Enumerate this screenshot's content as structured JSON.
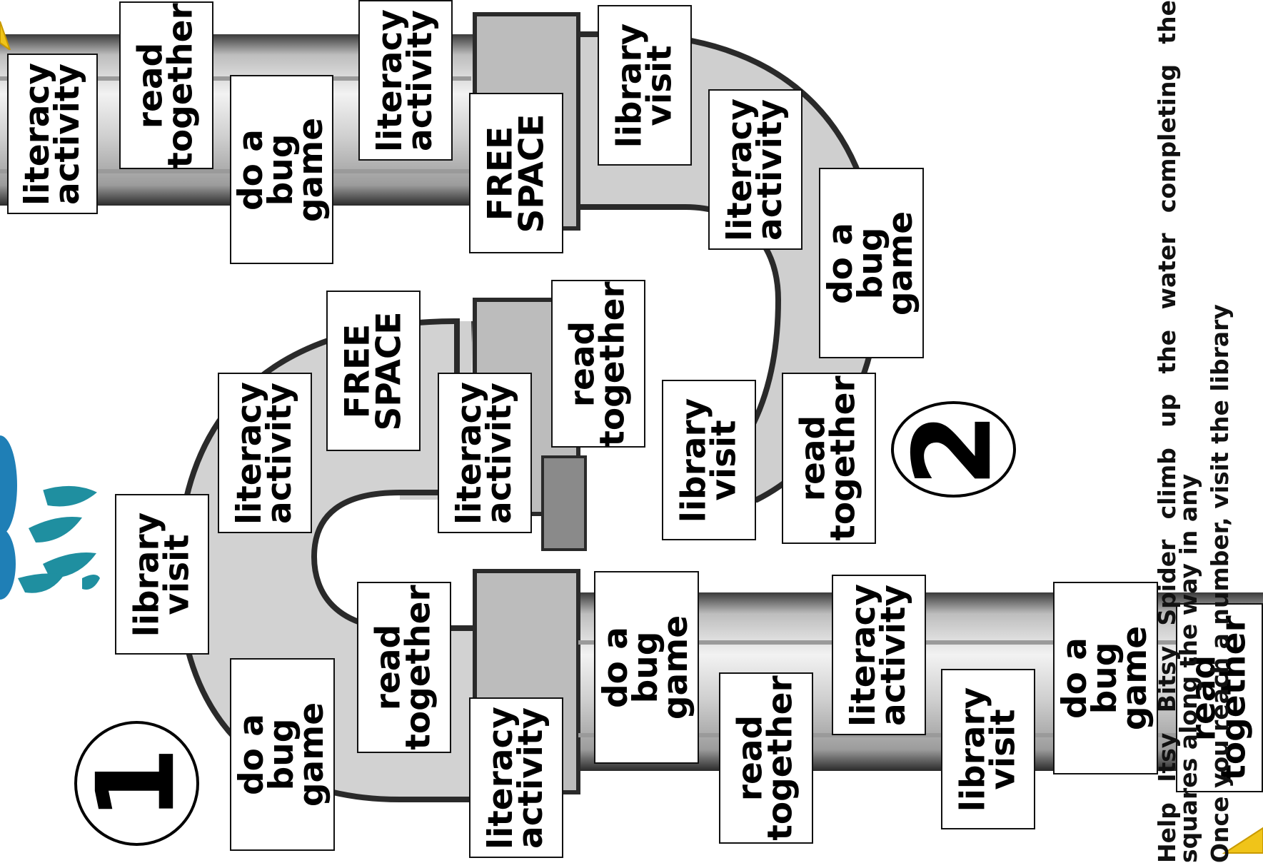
{
  "colors": {
    "pipe_fill": "#d4d4d4",
    "pipe_edge": "#2a2a2a",
    "pipe_highlight": "#f4f4f4",
    "spider_blue": "#1f7fb6",
    "raindrop": "#1f8fa0",
    "sun": "#f0c419",
    "square_border": "#111111"
  },
  "icons": {
    "spider": "spider-icon",
    "raindrops": "raindrops-icon",
    "sun_top": "sun-icon",
    "sun_bottom": "sun-icon"
  },
  "markers": [
    {
      "number": "1"
    },
    {
      "number": "2"
    }
  ],
  "squares": [
    {
      "label": "literacy\nactivity"
    },
    {
      "label": "read\ntogether"
    },
    {
      "label": "do a\nbug game"
    },
    {
      "label": "literacy\nactivity"
    },
    {
      "label": "FREE\nSPACE"
    },
    {
      "label": "library\nvisit"
    },
    {
      "label": "literacy\nactivity"
    },
    {
      "label": "do a\nbug game"
    },
    {
      "label": "literacy\nactivity"
    },
    {
      "label": "FREE\nSPACE"
    },
    {
      "label": "literacy\nactivity"
    },
    {
      "label": "read\ntogether"
    },
    {
      "label": "library\nvisit"
    },
    {
      "label": "read\ntogether"
    },
    {
      "label": "library\nvisit"
    },
    {
      "label": "read\ntogether"
    },
    {
      "label": "do a\nbug game"
    },
    {
      "label": "do a\nbug game"
    },
    {
      "label": "literacy\nactivity"
    },
    {
      "label": "read\ntogether"
    },
    {
      "label": "literacy\nactivity"
    },
    {
      "label": "library\nvisit"
    },
    {
      "label": "do a\nbug game"
    },
    {
      "label": "read\ntogether"
    }
  ],
  "instructions": {
    "line1": "Help Itsy Bitsy Spider climb up the water completing the squares along the way in any",
    "line2": "Once you reach a number, visit the library"
  }
}
